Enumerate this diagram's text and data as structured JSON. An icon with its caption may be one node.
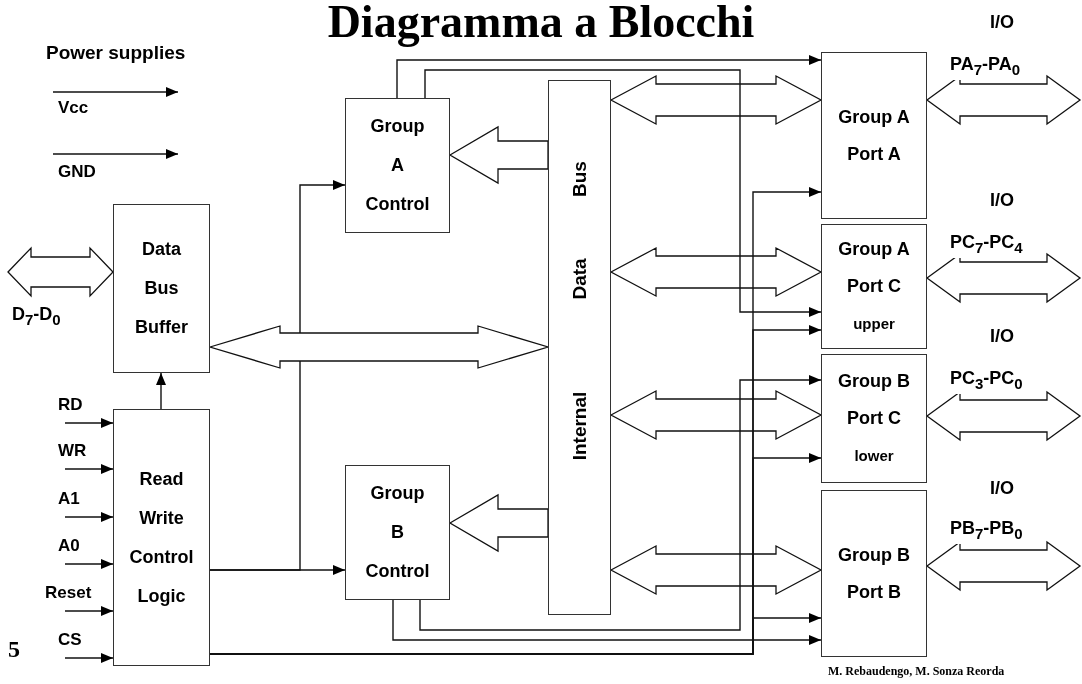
{
  "diagram": {
    "title": "Diagramma a Blocchi",
    "nodes": [
      {
        "text": [
          "Vcc"
        ]
      },
      {
        "text": [
          "GND"
        ]
      },
      {
        "text": [
          "Data Bus Buffer"
        ]
      },
      {
        "text": [
          "RD"
        ]
      },
      {
        "text": [
          "WR"
        ]
      },
      {
        "text": [
          "A1"
        ]
      },
      {
        "text": [
          "A0"
        ]
      },
      {
        "text": [
          "Reset"
        ]
      },
      {
        "text": [
          "CS"
        ]
      },
      {
        "text": [
          "Read Write Control Logic"
        ]
      },
      {
        "text": [
          "Group A Control"
        ]
      },
      {
        "text": [
          "Group B Control"
        ]
      },
      {
        "text": [
          "Internal",
          "Data",
          "Bus"
        ]
      },
      {
        "text": [
          "Group A Port A"
        ]
      },
      {
        "text": [
          "Group A Port C",
          "upper"
        ]
      },
      {
        "text": [
          "Group B Port C",
          "lower"
        ]
      },
      {
        "text": [
          "Group B Port B"
        ]
      }
    ],
    "edges": [
      {
        "from": 0,
        "to": null,
        "arrow": "to"
      },
      {
        "from": 1,
        "to": null,
        "arrow": "to"
      },
      {
        "from": null,
        "to": 2,
        "arrow": "both",
        "style": "thick",
        "label": "D$_{7}$-D$_{0}$"
      },
      {
        "from": 3,
        "to": 9,
        "arrow": "to"
      },
      {
        "from": 4,
        "to": 9,
        "arrow": "to"
      },
      {
        "from": 5,
        "to": 9,
        "arrow": "to"
      },
      {
        "from": 6,
        "to": 9,
        "arrow": "to"
      },
      {
        "from": 7,
        "to": 9,
        "arrow": "to"
      },
      {
        "from": 8,
        "to": 9,
        "arrow": "to"
      },
      {
        "from": 9,
        "to": 2,
        "arrow": "to"
      },
      {
        "from": 9,
        "to": 10,
        "arrow": "to"
      },
      {
        "from": 9,
        "to": 11,
        "arrow": "to"
      },
      {
        "from": 12,
        "to": 2,
        "arrow": "both",
        "style": "thick"
      },
      {
        "from": 12,
        "to": 10,
        "arrow": "to",
        "style": "thick"
      },
      {
        "from": 12,
        "to": 11,
        "arrow": "to",
        "style": "thick"
      },
      {
        "from": 12,
        "to": 13,
        "arrow": "both",
        "style": "thick"
      },
      {
        "from": 12,
        "to": 14,
        "arrow": "both",
        "style": "thick"
      },
      {
        "from": 12,
        "to": 15,
        "arrow": "both",
        "style": "thick"
      },
      {
        "from": 12,
        "to": 16,
        "arrow": "both",
        "style": "thick"
      },
      {
        "from": 10,
        "to": 13,
        "arrow": "to"
      },
      {
        "from": 10,
        "to": 14,
        "arrow": "to"
      },
      {
        "from": 11,
        "to": 15,
        "arrow": "to"
      },
      {
        "from": 11,
        "to": 16,
        "arrow": "to"
      },
      {
        "from": 9,
        "to": 13,
        "arrow": "to"
      },
      {
        "from": 9,
        "to": 14,
        "arrow": "to"
      },
      {
        "from": 9,
        "to": 15,
        "arrow": "to"
      },
      {
        "from": 9,
        "to": 16,
        "arrow": "to"
      },
      {
        "from": 13,
        "to": null,
        "arrow": "both",
        "style": "thick",
        "label": "PA$_{7}$-PA$_{0}$"
      },
      {
        "from": 14,
        "to": null,
        "arrow": "both",
        "style": "thick",
        "label": "PC$_{7}$-PC$_{4}$"
      },
      {
        "from": 15,
        "to": null,
        "arrow": "both",
        "style": "thick",
        "label": "PC$_{3}$-PC$_{0}$"
      },
      {
        "from": 16,
        "to": null,
        "arrow": "both",
        "style": "thick",
        "label": "PB$_{7}$-PB$_{0}$"
      }
    ],
    "labels": [
      "Power supplies",
      "I/O",
      "I/O",
      "I/O",
      "I/O",
      "5",
      "M. Rebaudengo, M. Sonza Reorda"
    ]
  }
}
